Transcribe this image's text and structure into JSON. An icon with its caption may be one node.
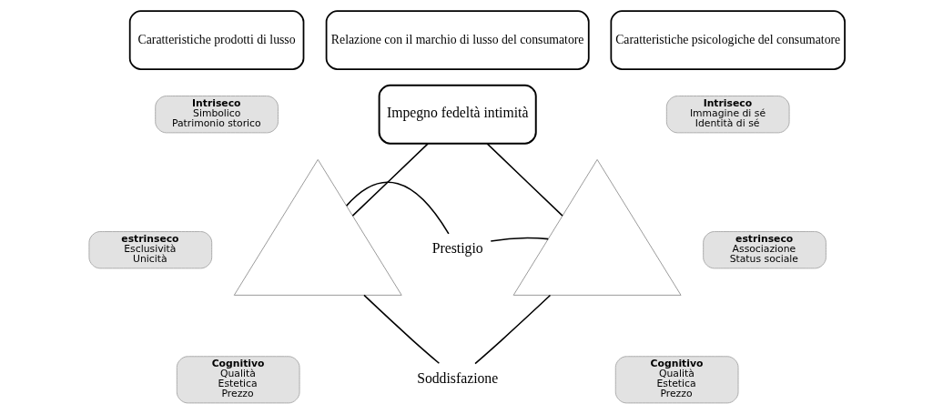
{
  "diagram": {
    "nodes": [
      {
        "text": [
          "Caratteristiche prodotti di lusso"
        ]
      },
      {
        "text": [
          "Relazione con il marchio di lusso del consumatore"
        ]
      },
      {
        "text": [
          "Caratteristiche psicologiche del consumatore"
        ]
      },
      {
        "text": [],
        "shape": "triangle"
      },
      {
        "text": [
          "Intriseco",
          "Simbolico",
          "Patrimonio storico"
        ]
      },
      {
        "text": [
          "estrinseco",
          "Esclusività",
          "Unicità"
        ]
      },
      {
        "text": [
          "Cognitivo",
          "Qualità",
          "Estetica",
          "Prezzo"
        ]
      },
      {
        "text": [
          "Impegno fedeltà intimità"
        ]
      },
      {
        "text": [
          "Prestigio"
        ]
      },
      {
        "text": [
          "Soddisfazione"
        ]
      },
      {
        "text": [],
        "shape": "triangle"
      },
      {
        "text": [
          "Intriseco",
          "Immagine di sé",
          "Identità di sé"
        ]
      },
      {
        "text": [
          "estrinseco",
          "Associazione",
          "Status sociale"
        ]
      },
      {
        "text": [
          "Cognitivo",
          "Qualità",
          "Estetica",
          "Prezzo"
        ]
      }
    ],
    "edges": [
      {
        "from": 3,
        "to": 7,
        "arrow": "none"
      },
      {
        "from": 7,
        "to": 10,
        "arrow": "none"
      },
      {
        "from": 3,
        "to": 8,
        "arrow": "none"
      },
      {
        "from": 8,
        "to": 10,
        "arrow": "none"
      },
      {
        "from": 3,
        "to": 9,
        "arrow": "none"
      },
      {
        "from": 9,
        "to": 10,
        "arrow": "none"
      }
    ]
  }
}
